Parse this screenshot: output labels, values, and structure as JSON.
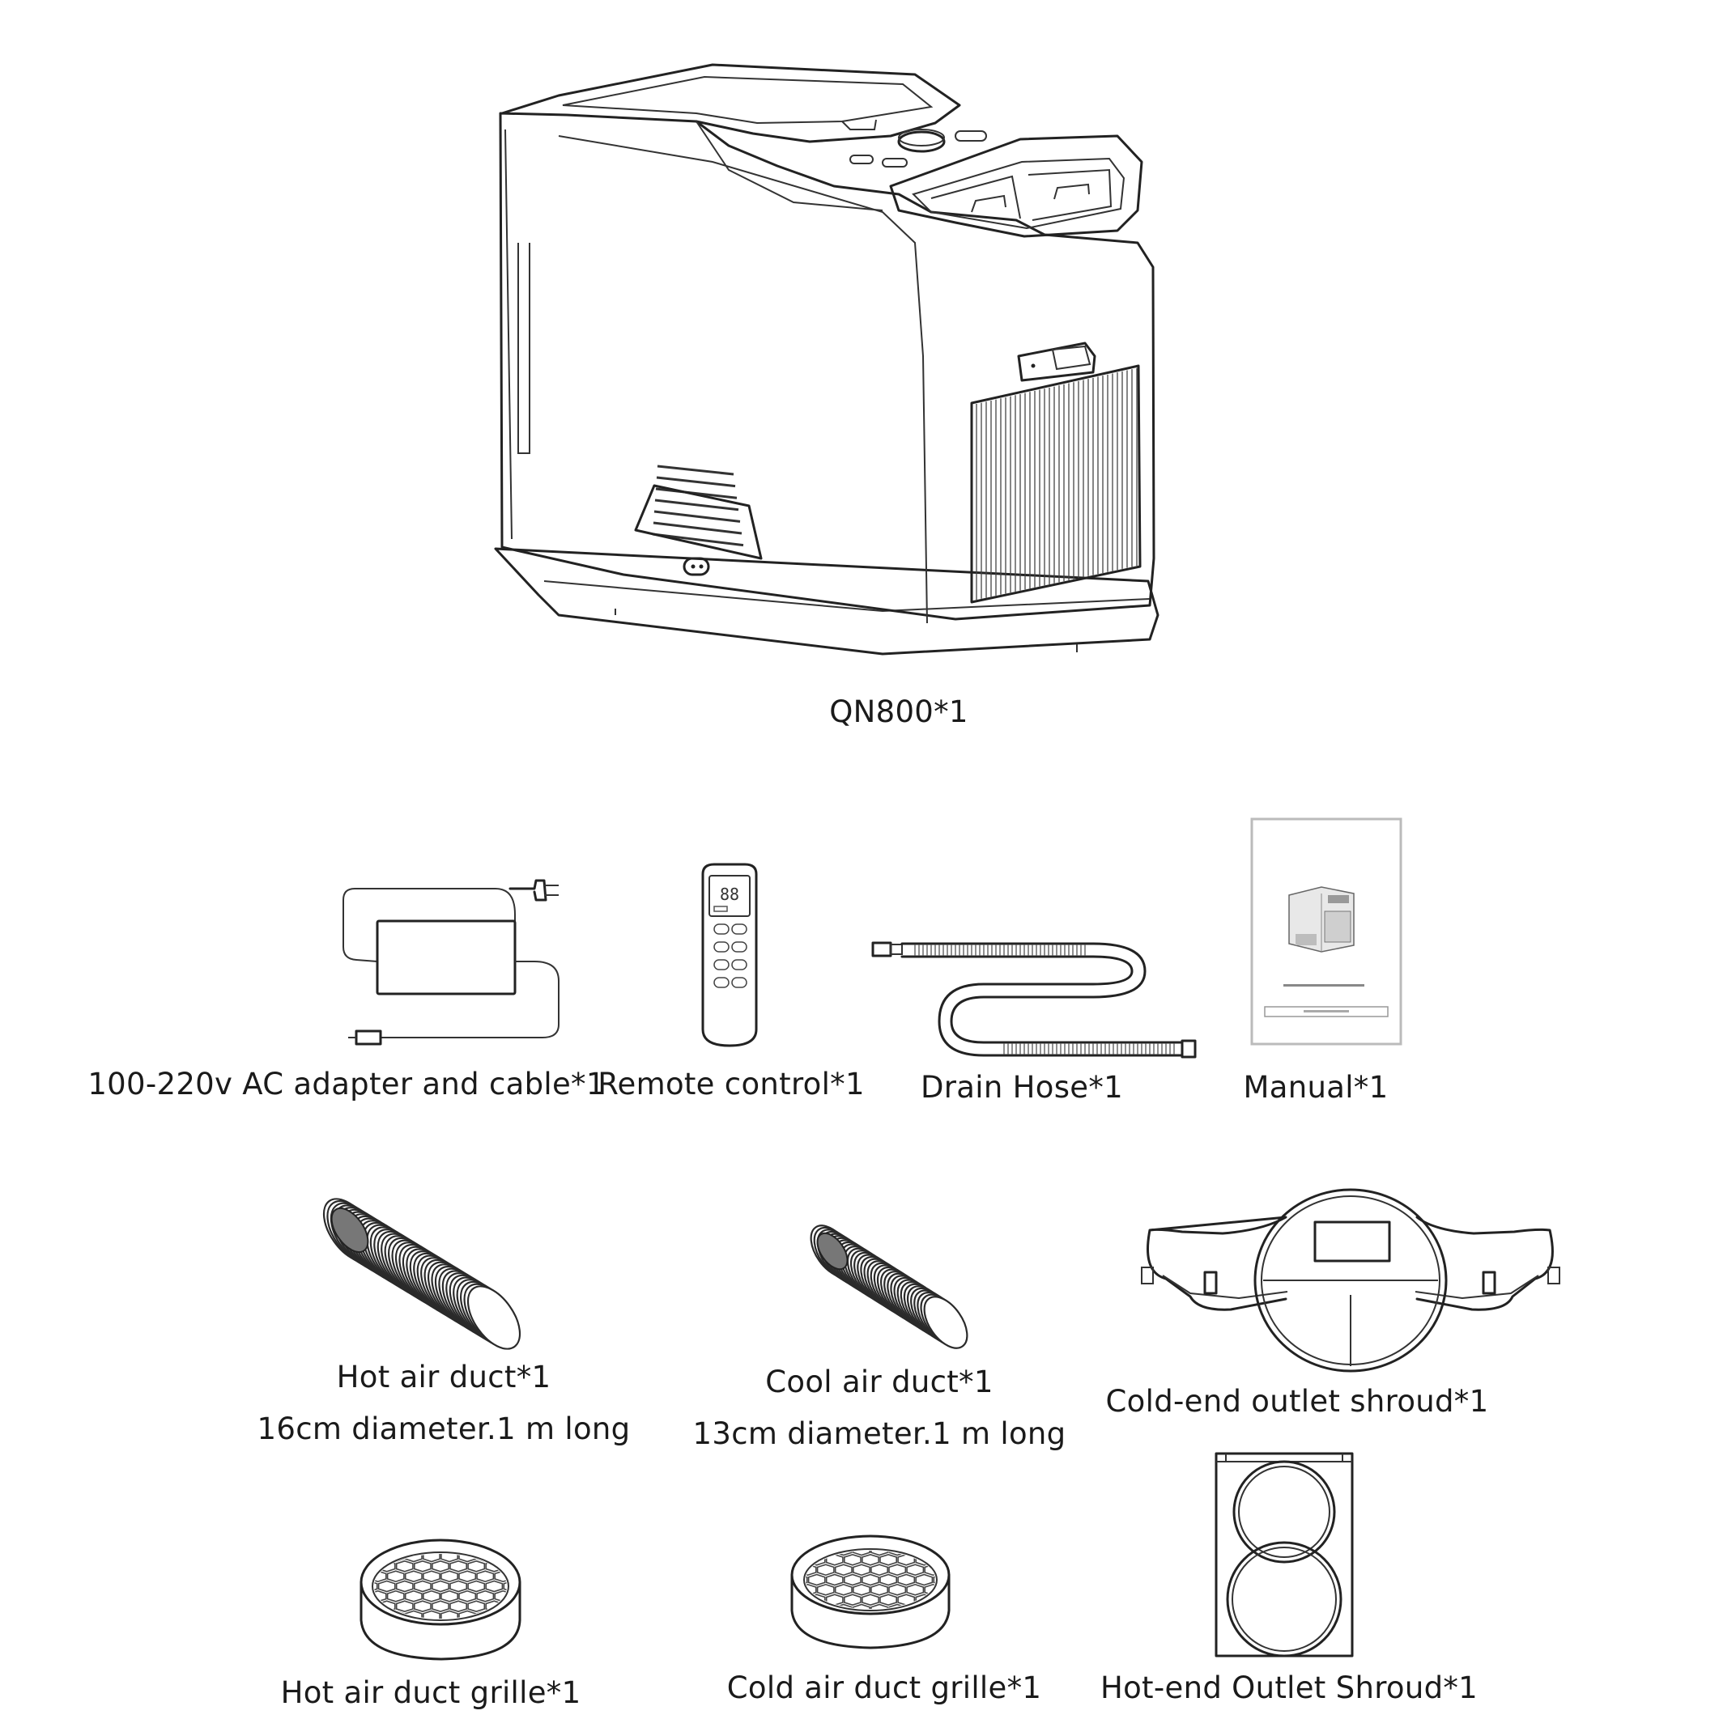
{
  "items": {
    "main_unit": {
      "label": "QN800*1",
      "icon": "portable-air-conditioner-icon"
    },
    "adapter": {
      "label": "100-220v AC adapter and cable*1",
      "icon": "ac-adapter-icon"
    },
    "remote": {
      "label": "Remote control*1",
      "icon": "remote-control-icon",
      "display_digits": "88"
    },
    "drain_hose": {
      "label": "Drain Hose*1",
      "icon": "drain-hose-icon"
    },
    "manual": {
      "label": "Manual*1",
      "icon": "manual-booklet-icon"
    },
    "hot_duct": {
      "label": "Hot air duct*1",
      "spec": "16cm diameter.1 m long",
      "icon": "hot-air-duct-icon"
    },
    "cool_duct": {
      "label": "Cool air duct*1",
      "spec": "13cm diameter.1 m long",
      "icon": "cool-air-duct-icon"
    },
    "cold_shroud": {
      "label": "Cold-end outlet shroud*1",
      "icon": "cold-end-shroud-icon"
    },
    "hot_grille": {
      "label": "Hot air duct grille*1",
      "icon": "hot-duct-grille-icon"
    },
    "cold_grille": {
      "label": "Cold air duct grille*1",
      "icon": "cold-duct-grille-icon"
    },
    "hot_shroud": {
      "label": "Hot-end Outlet Shroud*1",
      "icon": "hot-end-shroud-icon"
    }
  }
}
